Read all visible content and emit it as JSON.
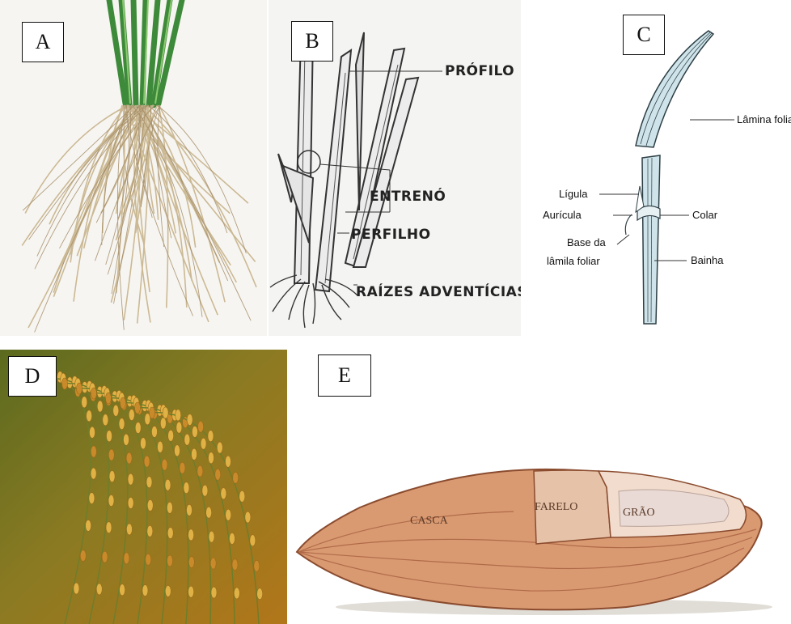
{
  "panels": {
    "a": {
      "letter": "A"
    },
    "b": {
      "letter": "B",
      "labels": {
        "profilo": "PRÓFILO",
        "entreno": "ENTRENÓ",
        "perfilho": "PERFILHO",
        "raizes": "RAÍZES ADVENTÍCIAS"
      }
    },
    "c": {
      "letter": "C",
      "labels": {
        "lamina": "Lâmina foliar",
        "ligula": "Lígula",
        "auricula": "Aurícula",
        "colar": "Colar",
        "base1": "Base da",
        "base2": "lâmila foliar",
        "bainha": "Bainha"
      }
    },
    "d": {
      "letter": "D"
    },
    "e": {
      "letter": "E",
      "labels": {
        "casca": "CASCA",
        "farelo": "FARELO",
        "grao": "GRÃO"
      }
    }
  }
}
